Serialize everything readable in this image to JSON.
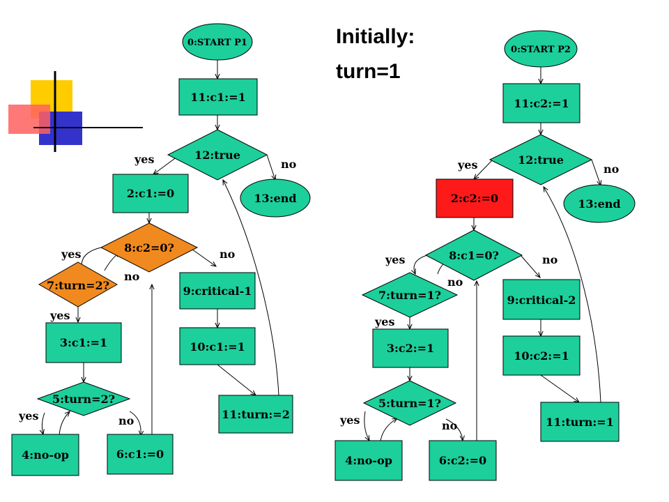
{
  "title": {
    "line1": "Initially:",
    "line2": "turn=1"
  },
  "colors": {
    "node": "#1ccf9b",
    "highlight_orange": "#f08a1e",
    "highlight_red": "#ff1a1a",
    "stroke": "#000000"
  },
  "p1": {
    "start": "0:START P1",
    "c1_set": "11:c1:=1",
    "loop": "12:true",
    "end": "13:end",
    "c1_clear_top": "2:c1:=0",
    "check_c2": "8:c2=0?",
    "check_turn": "7:turn=2?",
    "c1_set_retry": "3:c1:=1",
    "wait_turn": "5:turn=2?",
    "noop": "4:no-op",
    "c1_clear_bottom": "6:c1:=0",
    "critical": "9:critical-1",
    "c1_release": "10:c1:=1",
    "turn_set": "11:turn:=2",
    "labels": {
      "loop_yes": "yes",
      "loop_no": "no",
      "c2_yes": "yes",
      "c2_no": "no",
      "turn_no": "no",
      "turn_yes": "yes",
      "wait_yes": "yes",
      "wait_no": "no"
    }
  },
  "p2": {
    "start": "0:START P2",
    "c2_set": "11:c2:=1",
    "loop": "12:true",
    "end": "13:end",
    "c2_clear_top": "2:c2:=0",
    "check_c1": "8:c1=0?",
    "check_turn": "7:turn=1?",
    "c2_set_retry": "3:c2:=1",
    "wait_turn": "5:turn=1?",
    "noop": "4:no-op",
    "c2_clear_bottom": "6:c2:=0",
    "critical": "9:critical-2",
    "c2_release": "10:c2:=1",
    "turn_set": "11:turn:=1",
    "labels": {
      "loop_yes": "yes",
      "loop_no": "no",
      "c1_yes": "yes",
      "c1_no": "no",
      "turn_no": "no",
      "turn_yes": "yes",
      "wait_yes": "yes",
      "wait_no": "no"
    }
  }
}
